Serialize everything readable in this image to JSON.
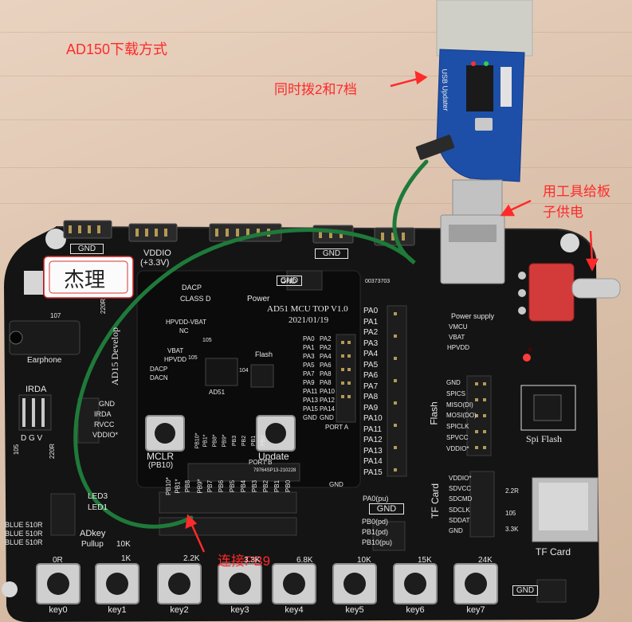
{
  "annotations": {
    "title": "AD150下载方式",
    "dip_note": "同时拨2和7档",
    "power_note_line1": "用工具给板",
    "power_note_line2": "子供电",
    "connect_note": "连接PB9"
  },
  "board": {
    "top_labels": {
      "gnd_top": "GND",
      "vddio": "VDDIO",
      "vddio_volt": "(+3.3V)",
      "gnd_mid": "GND",
      "gnd_right": "GND",
      "chip_code": "00373703",
      "power": "Power",
      "vmcu": "VMCU",
      "vbat": "VBAT",
      "hpvdd": "HPVDD",
      "power_supply": "Power supply"
    },
    "sticker": "杰理",
    "left_labels": {
      "earphone": "Earphone",
      "irda_title": "IRDA",
      "irda": "IRDA",
      "rvcc": "RVCC",
      "vddio_r": "VDDIO*",
      "gnd": "GND",
      "dgv": "D  G  V",
      "r107": "107",
      "r220": "220R",
      "r105": "105",
      "r220b": "220R",
      "develop": "AD15 Develop",
      "led3": "LED3",
      "led1": "LED1",
      "blue1": "BLUE 510R",
      "blue2": "BLUE 510R",
      "blue3": "BLUE 510R",
      "adkey": "ADkey",
      "pullup": "Pullup",
      "pullup_val": "10K"
    },
    "module": {
      "gnd": "GND",
      "title": "AD51 MCU TOP V1.0",
      "date": "2021/01/19",
      "class_d": "CLASS D",
      "dacp": "DACP",
      "hpvdd_vbat": "HPVDD-VBAT",
      "nc": "NC",
      "vbat": "VBAT",
      "hpvdd": "HPVDD",
      "dacp2": "DACP",
      "dacn": "DACN",
      "flash": "Flash",
      "chip": "AD51",
      "r105a": "105",
      "r105b": "105",
      "r104": "104",
      "mclr": "MCLR",
      "pb10": "(PB10)",
      "update": "Update",
      "port_a": "PORT A",
      "port_b": "PORT B",
      "serial": "79764SP13-210228",
      "gnd_bottom": "GND"
    },
    "module_pins_left": [
      "PA0",
      "PA1",
      "PA3",
      "PA5",
      "PA7",
      "PA9",
      "PA11",
      "PA13",
      "PA15",
      "GND"
    ],
    "module_pins_right": [
      "PA2",
      "PA2",
      "PA4",
      "PA6",
      "PA8",
      "PA8",
      "PA10",
      "PA12",
      "PA14",
      "GND"
    ],
    "portb_pins": [
      "PB10*",
      "PB1*",
      "PB8*",
      "PB9*",
      "PB3",
      "PB2",
      "PB1",
      "PB0"
    ],
    "right_header": [
      "PA0",
      "PA1",
      "PA2",
      "PA3",
      "PA4",
      "PA5",
      "PA6",
      "PA7",
      "PA8",
      "PA9",
      "PA10",
      "PA11",
      "PA12",
      "PA13",
      "PA14",
      "PA15"
    ],
    "flash": {
      "title": "Flash",
      "pins": [
        "GND",
        "SPICS",
        "MISO(DI)",
        "MOSI(DO)",
        "SPICLK",
        "SPVCC",
        "VDDIO*"
      ],
      "spi_flash": "Spi Flash"
    },
    "tf": {
      "title": "TF Card",
      "pins": [
        "VDDIO*",
        "SDVCC",
        "SDCMD",
        "SDCLK",
        "SDDAT",
        "GND"
      ],
      "r1": "2.2R",
      "r2": "105",
      "r3": "3.3K",
      "card": "TF Card"
    },
    "bottom_pins": [
      "PB10*",
      "PB1*",
      "PB8",
      "PB9*",
      "PB7",
      "PB6",
      "PB5",
      "PB4",
      "PB3",
      "PB2",
      "PB1",
      "PB0"
    ],
    "bottom_right": {
      "gnd": "GND",
      "pa0": "PA0(pu)",
      "pb0": "PB0(pd)",
      "pb1": "PB1(pd)",
      "pb10": "PB10(pu)",
      "gnd2": "GND"
    },
    "usb_dongle": {
      "label": "USB Updater"
    },
    "keys": [
      {
        "name": "key0",
        "res": "0R"
      },
      {
        "name": "key1",
        "res": "1K"
      },
      {
        "name": "key2",
        "res": "2.2K"
      },
      {
        "name": "key3",
        "res": "3.3K"
      },
      {
        "name": "key4",
        "res": "6.8K"
      },
      {
        "name": "key5",
        "res": "10K"
      },
      {
        "name": "key6",
        "res": "15K"
      },
      {
        "name": "key7",
        "res": "24K"
      }
    ]
  },
  "colors": {
    "annotation": "#ff2a2a",
    "pcb": "#141414",
    "wire": "#1f7a3a",
    "dongle": "#1d4fa8"
  }
}
